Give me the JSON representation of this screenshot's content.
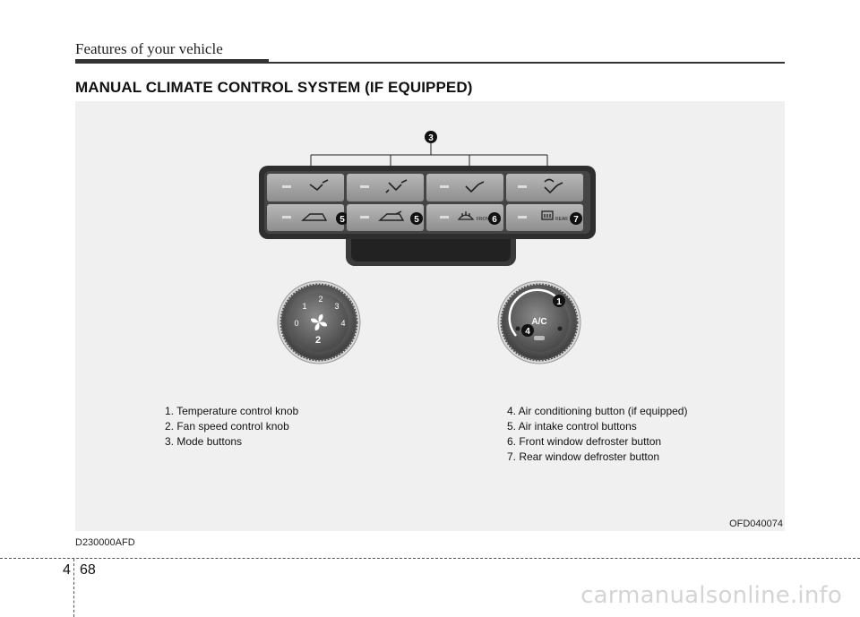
{
  "header": {
    "title": "Features of your vehicle"
  },
  "section": {
    "title": "MANUAL CLIMATE CONTROL SYSTEM (IF EQUIPPED)"
  },
  "figure": {
    "callouts": {
      "mode": "3",
      "intake_1": "5",
      "intake_2": "5",
      "front_defrost": "6",
      "rear_defrost": "7",
      "temp": "1",
      "ac": "4"
    },
    "button_labels": {
      "front": "FRONT",
      "rear": "REAR"
    },
    "fan_knob": {
      "ticks": [
        "0",
        "1",
        "2",
        "3",
        "4"
      ],
      "callout": "2"
    },
    "temp_knob": {
      "label": "A/C"
    },
    "code": "OFD040074"
  },
  "legend": {
    "left": [
      "1. Temperature control knob",
      "2. Fan speed control knob",
      "3. Mode buttons"
    ],
    "right": [
      "4. Air conditioning button (if equipped)",
      "5. Air intake control buttons",
      "6. Front window defroster button",
      "7. Rear window defroster button"
    ]
  },
  "doc_code": "D230000AFD",
  "footer": {
    "chapter": "4",
    "page": "68"
  },
  "watermark": "carmanualsonline.info"
}
